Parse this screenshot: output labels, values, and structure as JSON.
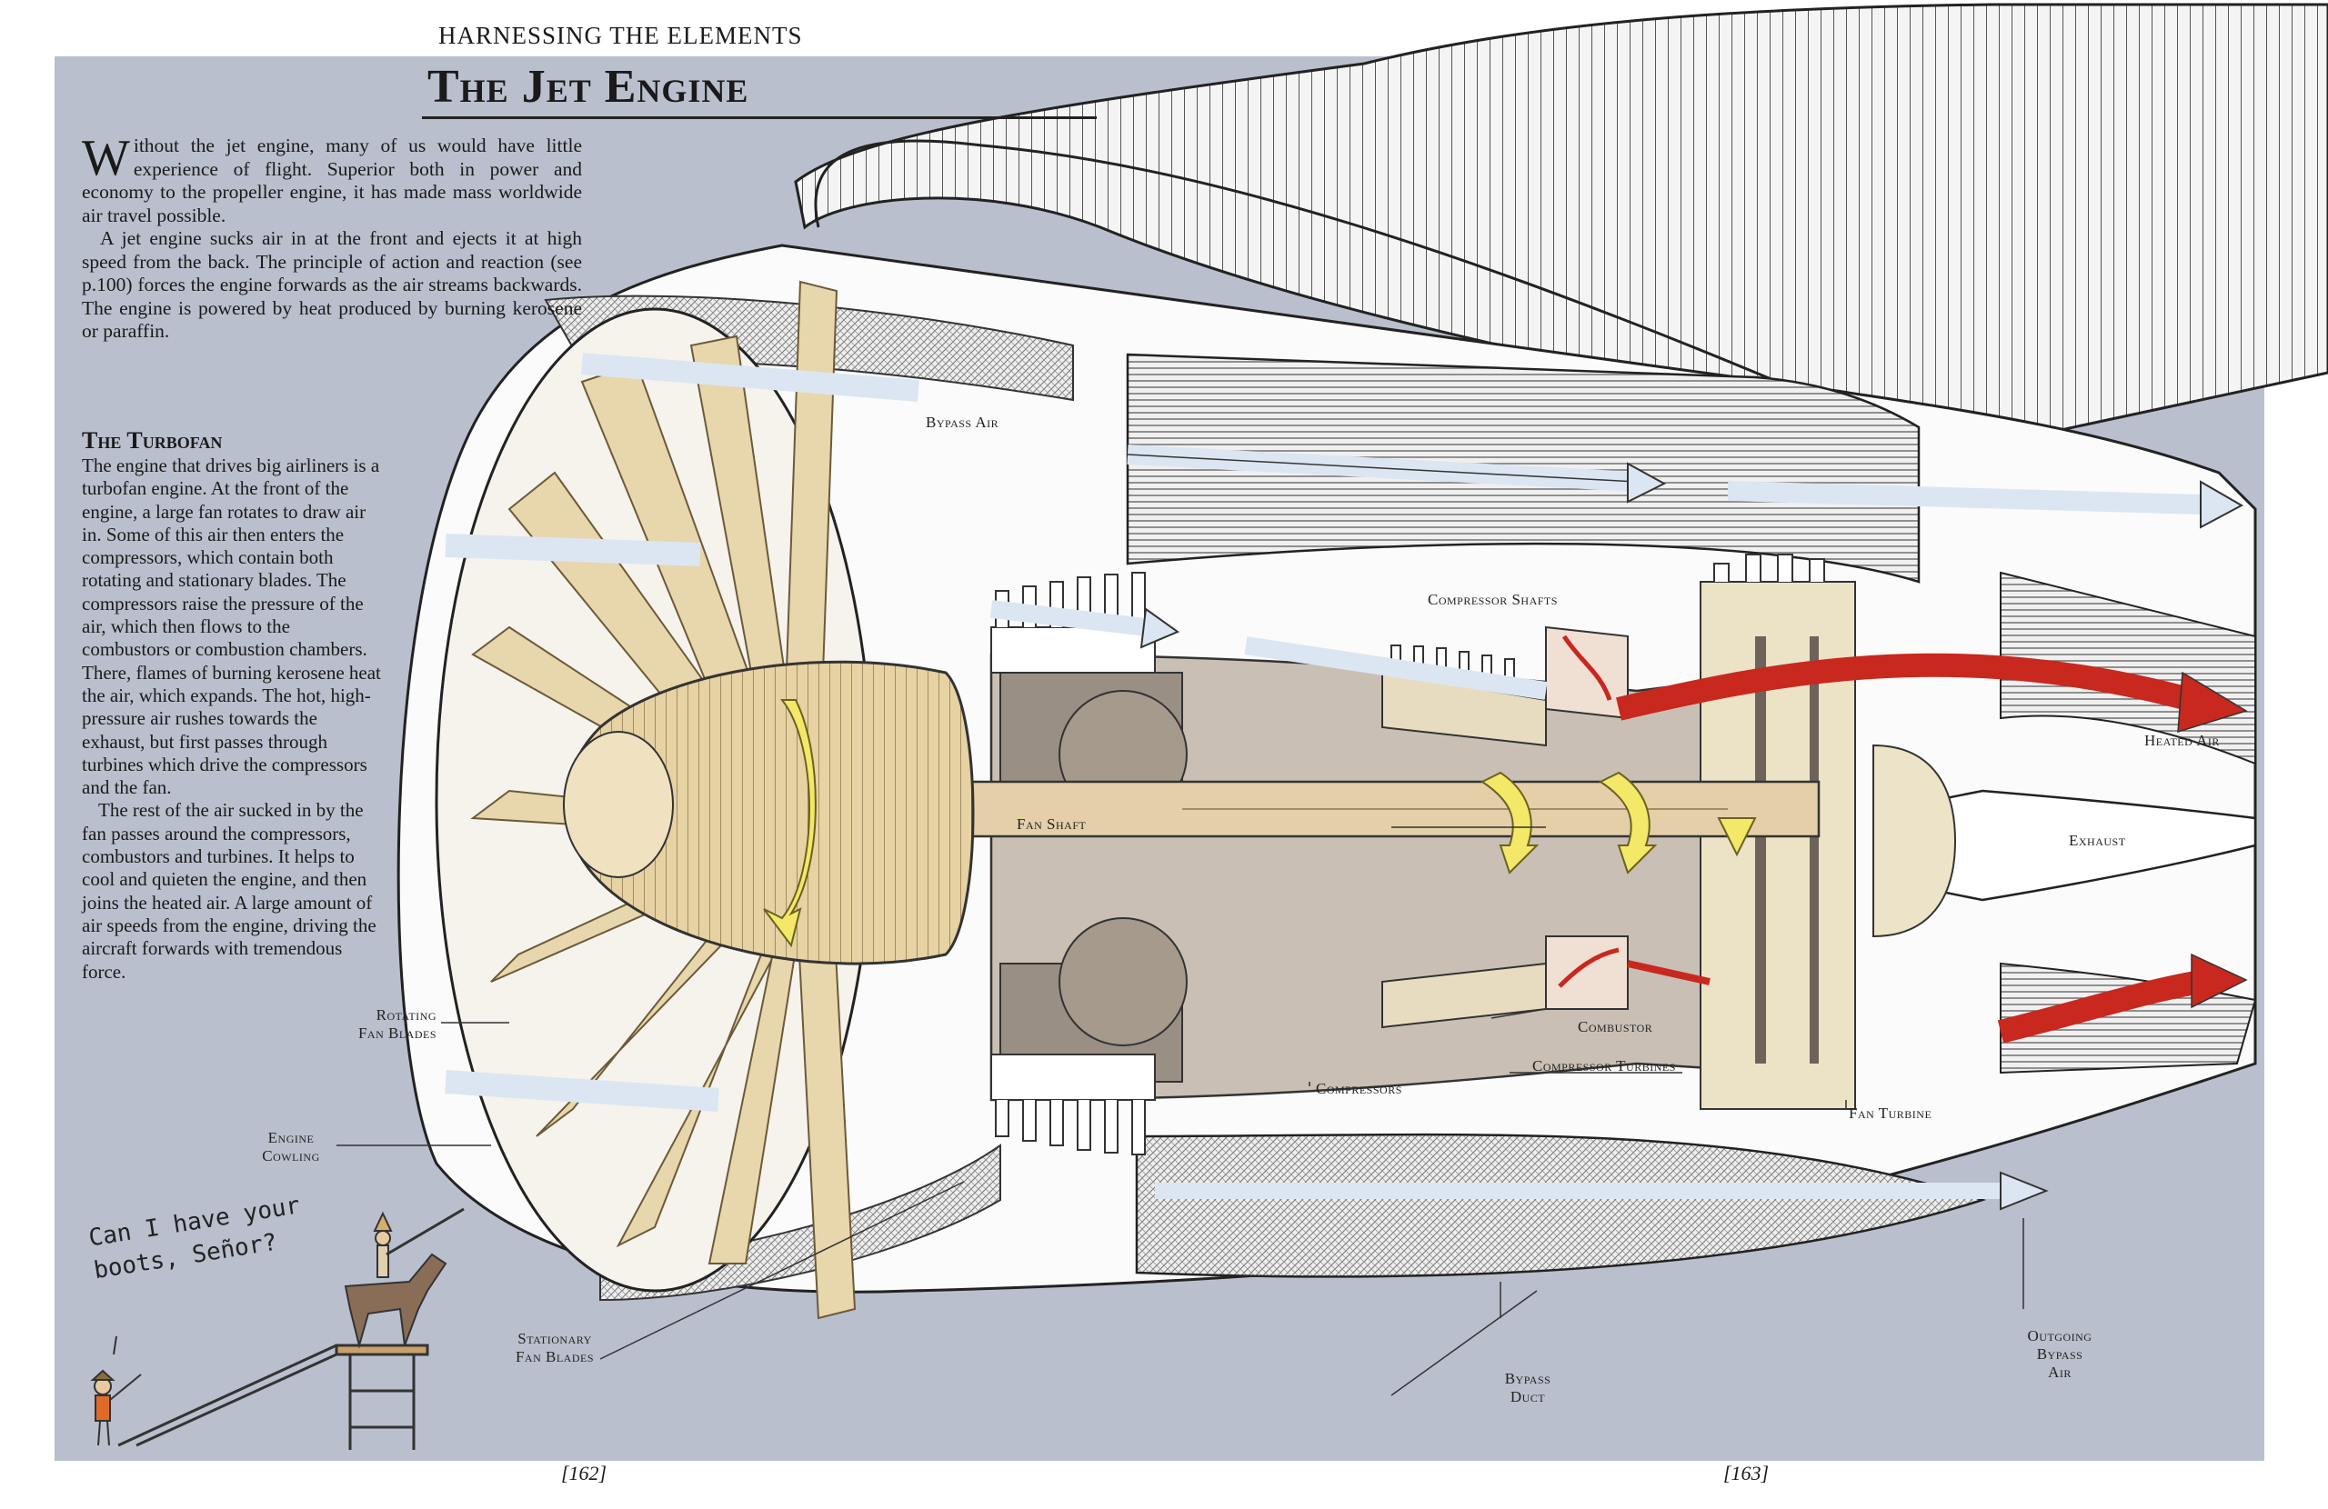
{
  "running_head": "Harnessing the Elements",
  "title": "The Jet Engine",
  "intro": {
    "dropcap": "W",
    "p1_rest": "ithout the jet engine, many of us would have little experience of flight. Superior both in power and economy to the propeller engine, it has made mass worldwide air travel possible.",
    "p2": "A jet engine sucks air in at the front and ejects it at high speed from the back. The principle of action and reaction (see p.100) forces the engine forwards as the air streams backwards. The engine is powered by heat produced by burning kerosene or paraffin."
  },
  "turbofan": {
    "heading": "The Turbofan",
    "p1": "The engine that drives big airliners is a turbofan engine. At the front of the engine, a large fan rotates to draw air in. Some of this air then enters the compressors, which contain both rotating and stationary blades. The compressors raise the pressure of the air, which then flows to the combustors or combustion chambers. There, flames of burning kerosene heat the air, which expands. The hot, high-pressure air rushes towards the exhaust, but first passes through turbines which drive the compressors and the fan.",
    "p2": "The rest of the air sucked in by the fan passes around the compressors, combustors and turbines. It helps to cool and quieten the engine, and then joins the heated air. A large amount of air speeds from the engine, driving the aircraft forwards with tremendous force."
  },
  "labels": {
    "bypass_air": "Bypass Air",
    "compressor_shafts": "Compressor Shafts",
    "heated_air": "Heated Air",
    "fan_shaft": "Fan Shaft",
    "exhaust": "Exhaust",
    "rotating_fan_blades_1": "Rotating",
    "rotating_fan_blades_2": "Fan Blades",
    "combustor": "Combustor",
    "compressor_turbines": "Compressor Turbines",
    "compressors": "Compressors",
    "fan_turbine": "Fan Turbine",
    "engine_cowling_1": "Engine",
    "engine_cowling_2": "Cowling",
    "stationary_fan_blades_1": "Stationary",
    "stationary_fan_blades_2": "Fan Blades",
    "bypass_duct_1": "Bypass",
    "bypass_duct_2": "Duct",
    "outgoing_bypass_air_1": "Outgoing",
    "outgoing_bypass_air_2": "Bypass",
    "outgoing_bypass_air_3": "Air"
  },
  "cartoon": {
    "speech_1": "Can I have your",
    "speech_2": "boots, Señor?"
  },
  "page_numbers": {
    "left": "[162]",
    "right": "[163]"
  },
  "colors": {
    "page_bg": "#b9bfcd",
    "heated_air": "#c8281e",
    "bypass_arrow": "#dce6f2",
    "fan": "#e8d6ac",
    "casing": "#9a8f84",
    "rotation_arrow": "#f3e868"
  }
}
